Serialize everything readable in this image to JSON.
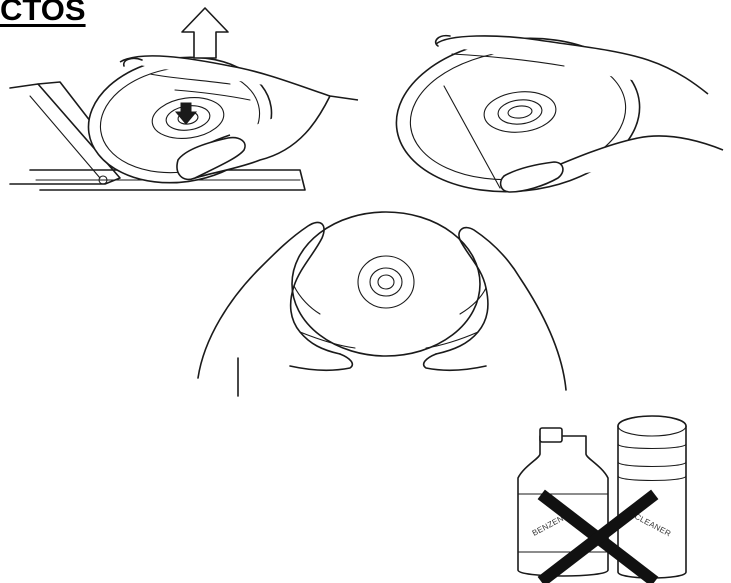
{
  "heading": {
    "text": "CTOS"
  },
  "bottles": {
    "left_label": "BENZENE",
    "right_label": "CLEANER"
  },
  "icons": {
    "eject_arrow": "up-arrow-icon",
    "push_down_arrow": "down-arrow-icon",
    "prohibited_mark": "x-mark-icon"
  }
}
